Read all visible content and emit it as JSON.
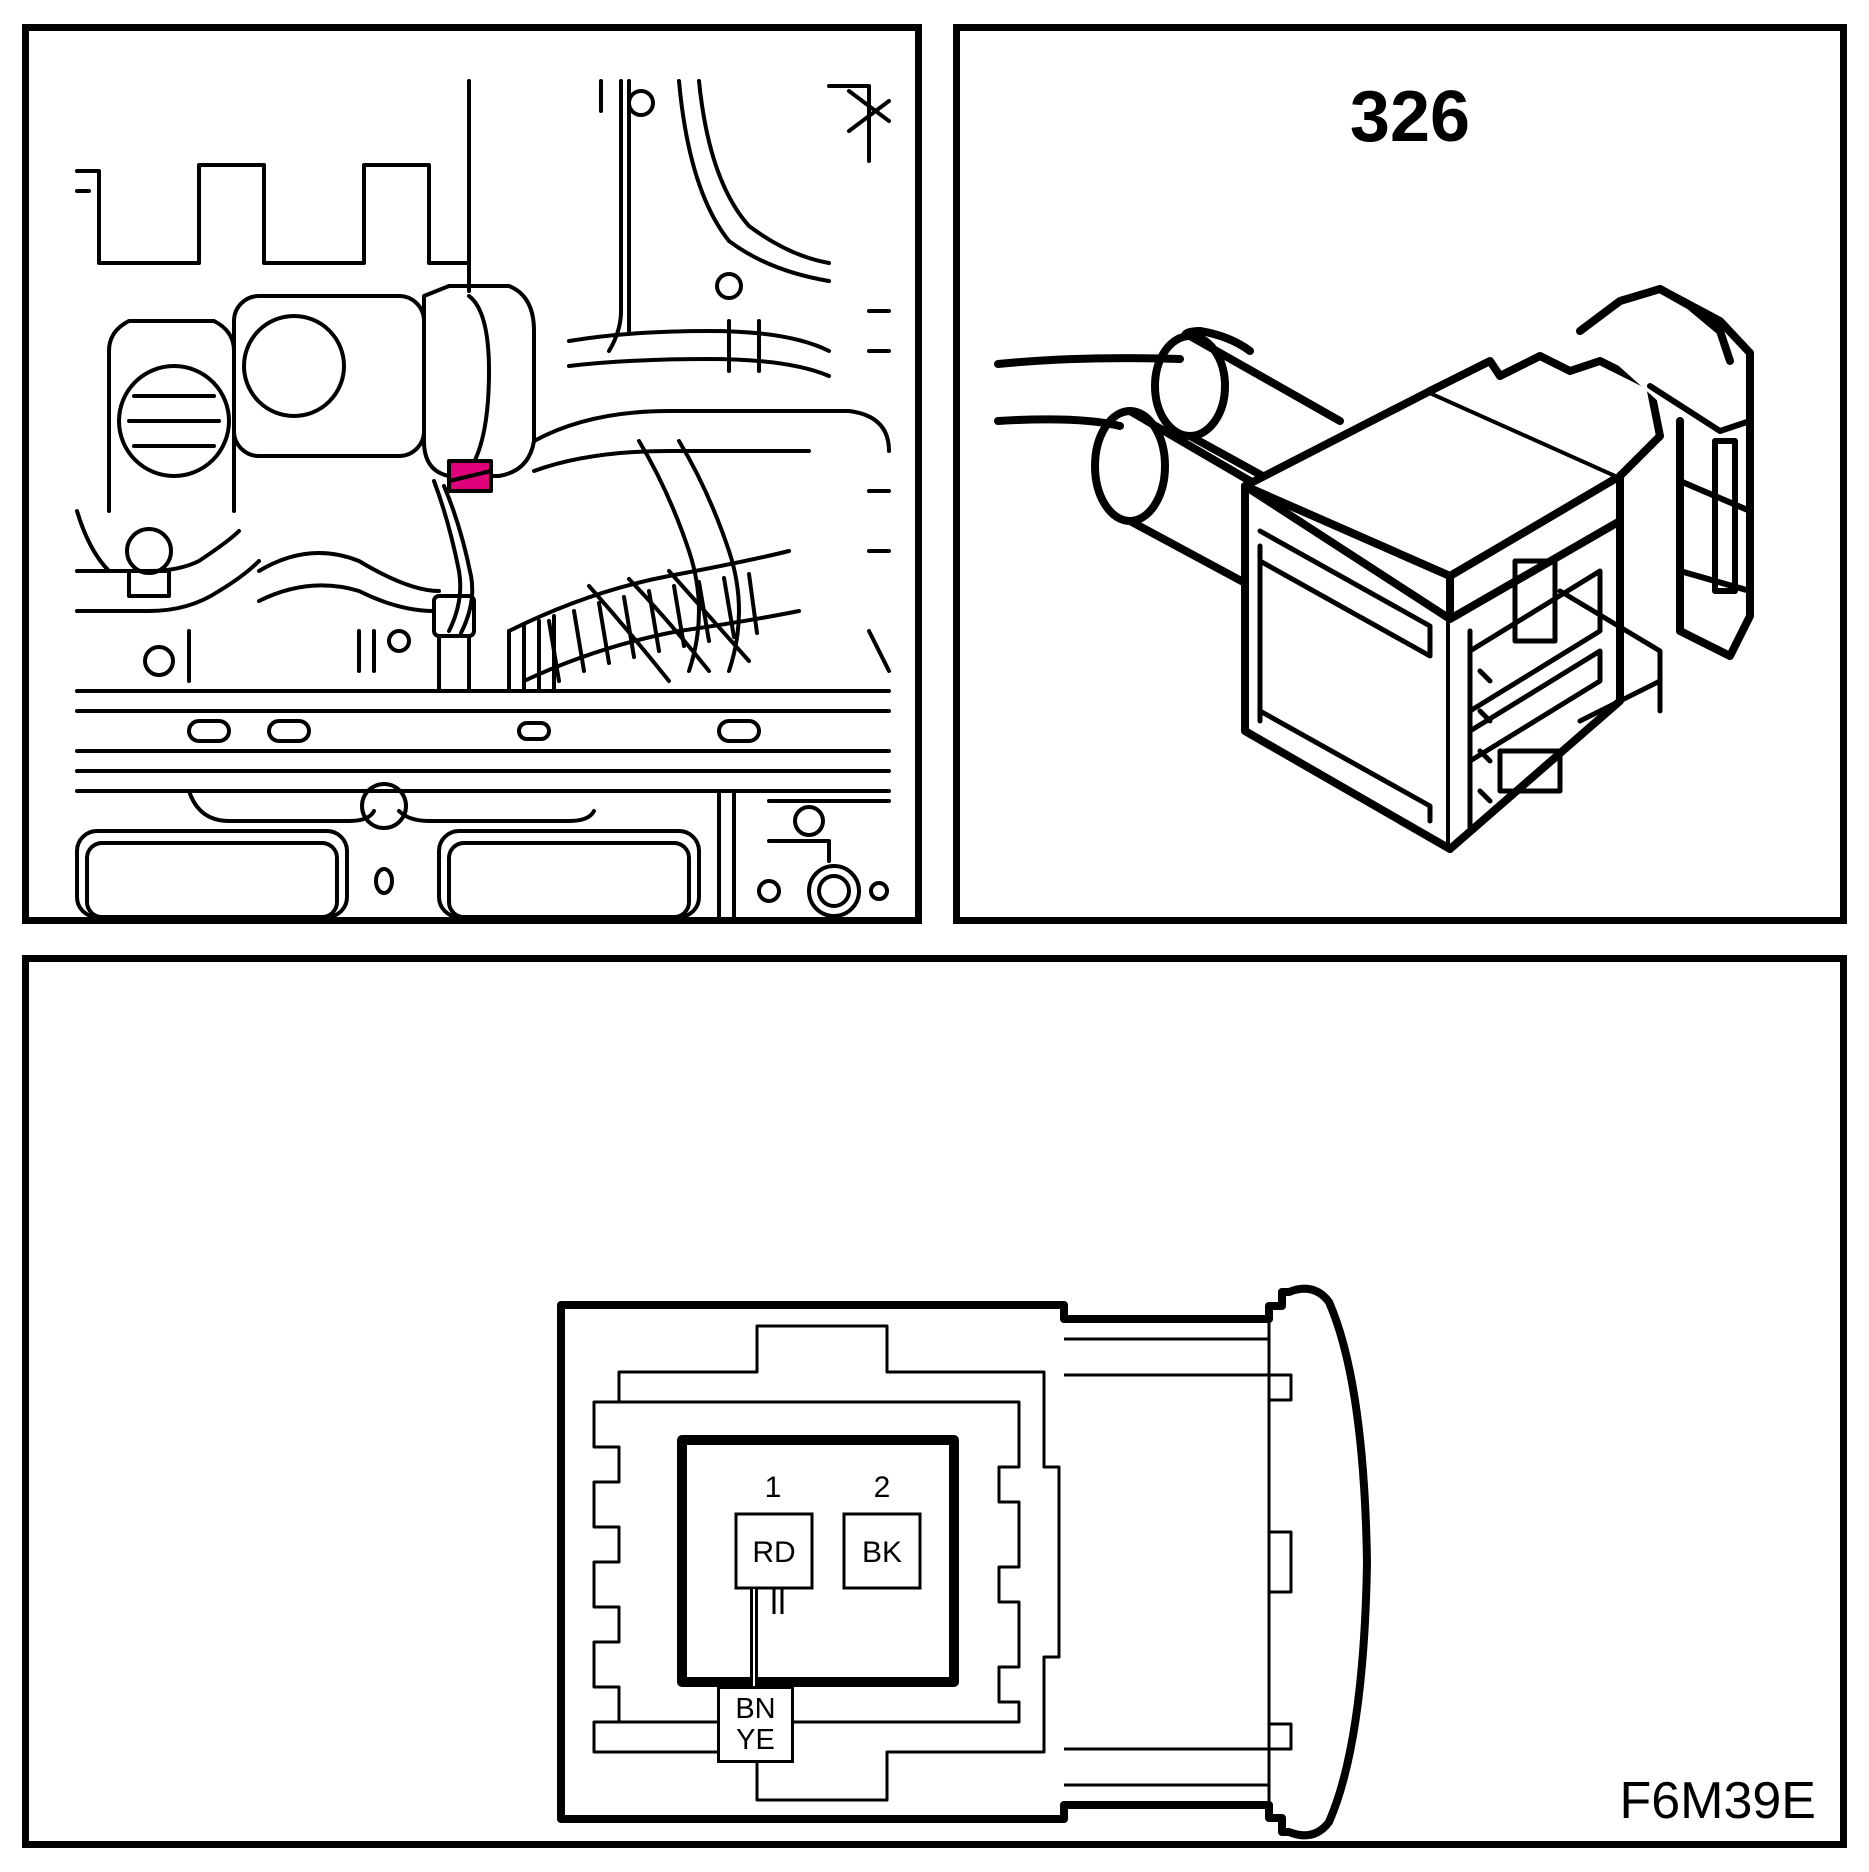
{
  "connector": {
    "number": "326"
  },
  "pins": [
    {
      "number": "1",
      "color": "RD"
    },
    {
      "number": "2",
      "color": "BK"
    }
  ],
  "wire": {
    "line1": "BN",
    "line2": "YE"
  },
  "figure": {
    "code": "F6M39E"
  },
  "colors": {
    "stroke": "#000000",
    "highlight": "#e0007a",
    "background": "#ffffff"
  }
}
